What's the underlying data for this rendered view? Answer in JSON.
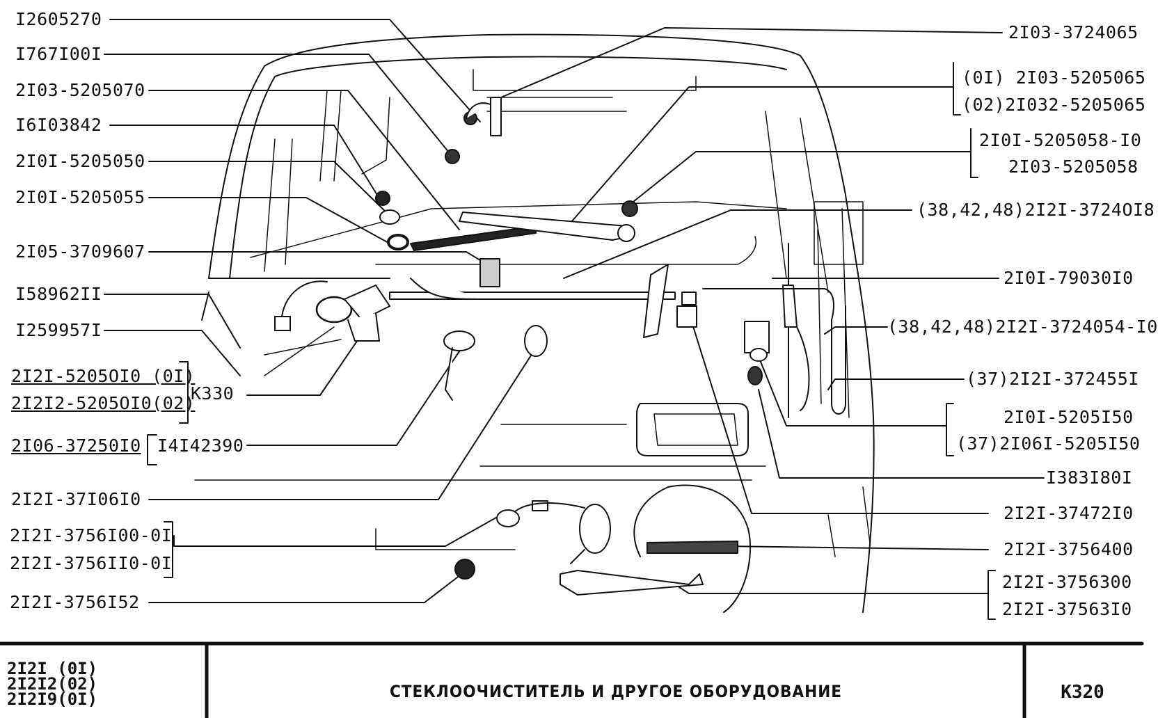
{
  "labels_left": [
    {
      "id": "l1",
      "text": "I2605270"
    },
    {
      "id": "l2",
      "text": "I767I00I"
    },
    {
      "id": "l3",
      "text": "2I03-5205070"
    },
    {
      "id": "l4",
      "text": "I6I03842"
    },
    {
      "id": "l5",
      "text": "2I0I-5205050"
    },
    {
      "id": "l6",
      "text": "2I0I-5205055"
    },
    {
      "id": "l7",
      "text": "2I05-3709607"
    },
    {
      "id": "l8",
      "text": "I58962II"
    },
    {
      "id": "l9",
      "text": "I259957I"
    },
    {
      "id": "l10a",
      "text": "2I2I-5205OI0 (0I)"
    },
    {
      "id": "l10b",
      "text": "2I2I2-5205OI0(02)"
    },
    {
      "id": "l10c",
      "text": "K330"
    },
    {
      "id": "l11a",
      "text": "2I06-37250I0"
    },
    {
      "id": "l11b",
      "text": "I4I42390"
    },
    {
      "id": "l12",
      "text": "2I2I-37I06I0"
    },
    {
      "id": "l13a",
      "text": "2I2I-3756I00-0I"
    },
    {
      "id": "l13b",
      "text": "2I2I-3756II0-0I"
    },
    {
      "id": "l14",
      "text": "2I2I-3756I52"
    }
  ],
  "labels_right": [
    {
      "id": "r1",
      "text": "2I03-3724065"
    },
    {
      "id": "r2a",
      "text": "(0I) 2I03-5205065"
    },
    {
      "id": "r2b",
      "text": "(02)2I032-5205065"
    },
    {
      "id": "r3a",
      "text": "2I0I-5205058-I0"
    },
    {
      "id": "r3b",
      "text": "2I03-5205058"
    },
    {
      "id": "r4",
      "text": "(38,42,48)2I2I-3724OI8"
    },
    {
      "id": "r5",
      "text": "2I0I-79030I0"
    },
    {
      "id": "r6",
      "text": "(38,42,48)2I2I-3724054-I0"
    },
    {
      "id": "r7",
      "text": "(37)2I2I-372455I"
    },
    {
      "id": "r8a",
      "text": "2I0I-5205I50"
    },
    {
      "id": "r8b",
      "text": "(37)2I06I-5205I50"
    },
    {
      "id": "r9",
      "text": "I383I80I"
    },
    {
      "id": "r10",
      "text": "2I2I-37472I0"
    },
    {
      "id": "r11",
      "text": "2I2I-3756400"
    },
    {
      "id": "r12a",
      "text": "2I2I-3756300"
    },
    {
      "id": "r12b",
      "text": "2I2I-37563I0"
    }
  ],
  "footer": {
    "models": [
      "2I2I (0I)",
      "2I2I2(02)",
      "2I2I9(0I)"
    ],
    "title": "СТЕКЛООЧИСТИТЕЛЬ И ДРУГОЕ ОБОРУДОВАНИЕ",
    "code": "K320"
  },
  "colors": {
    "ink": "#111111",
    "paper": "#ffffff"
  }
}
